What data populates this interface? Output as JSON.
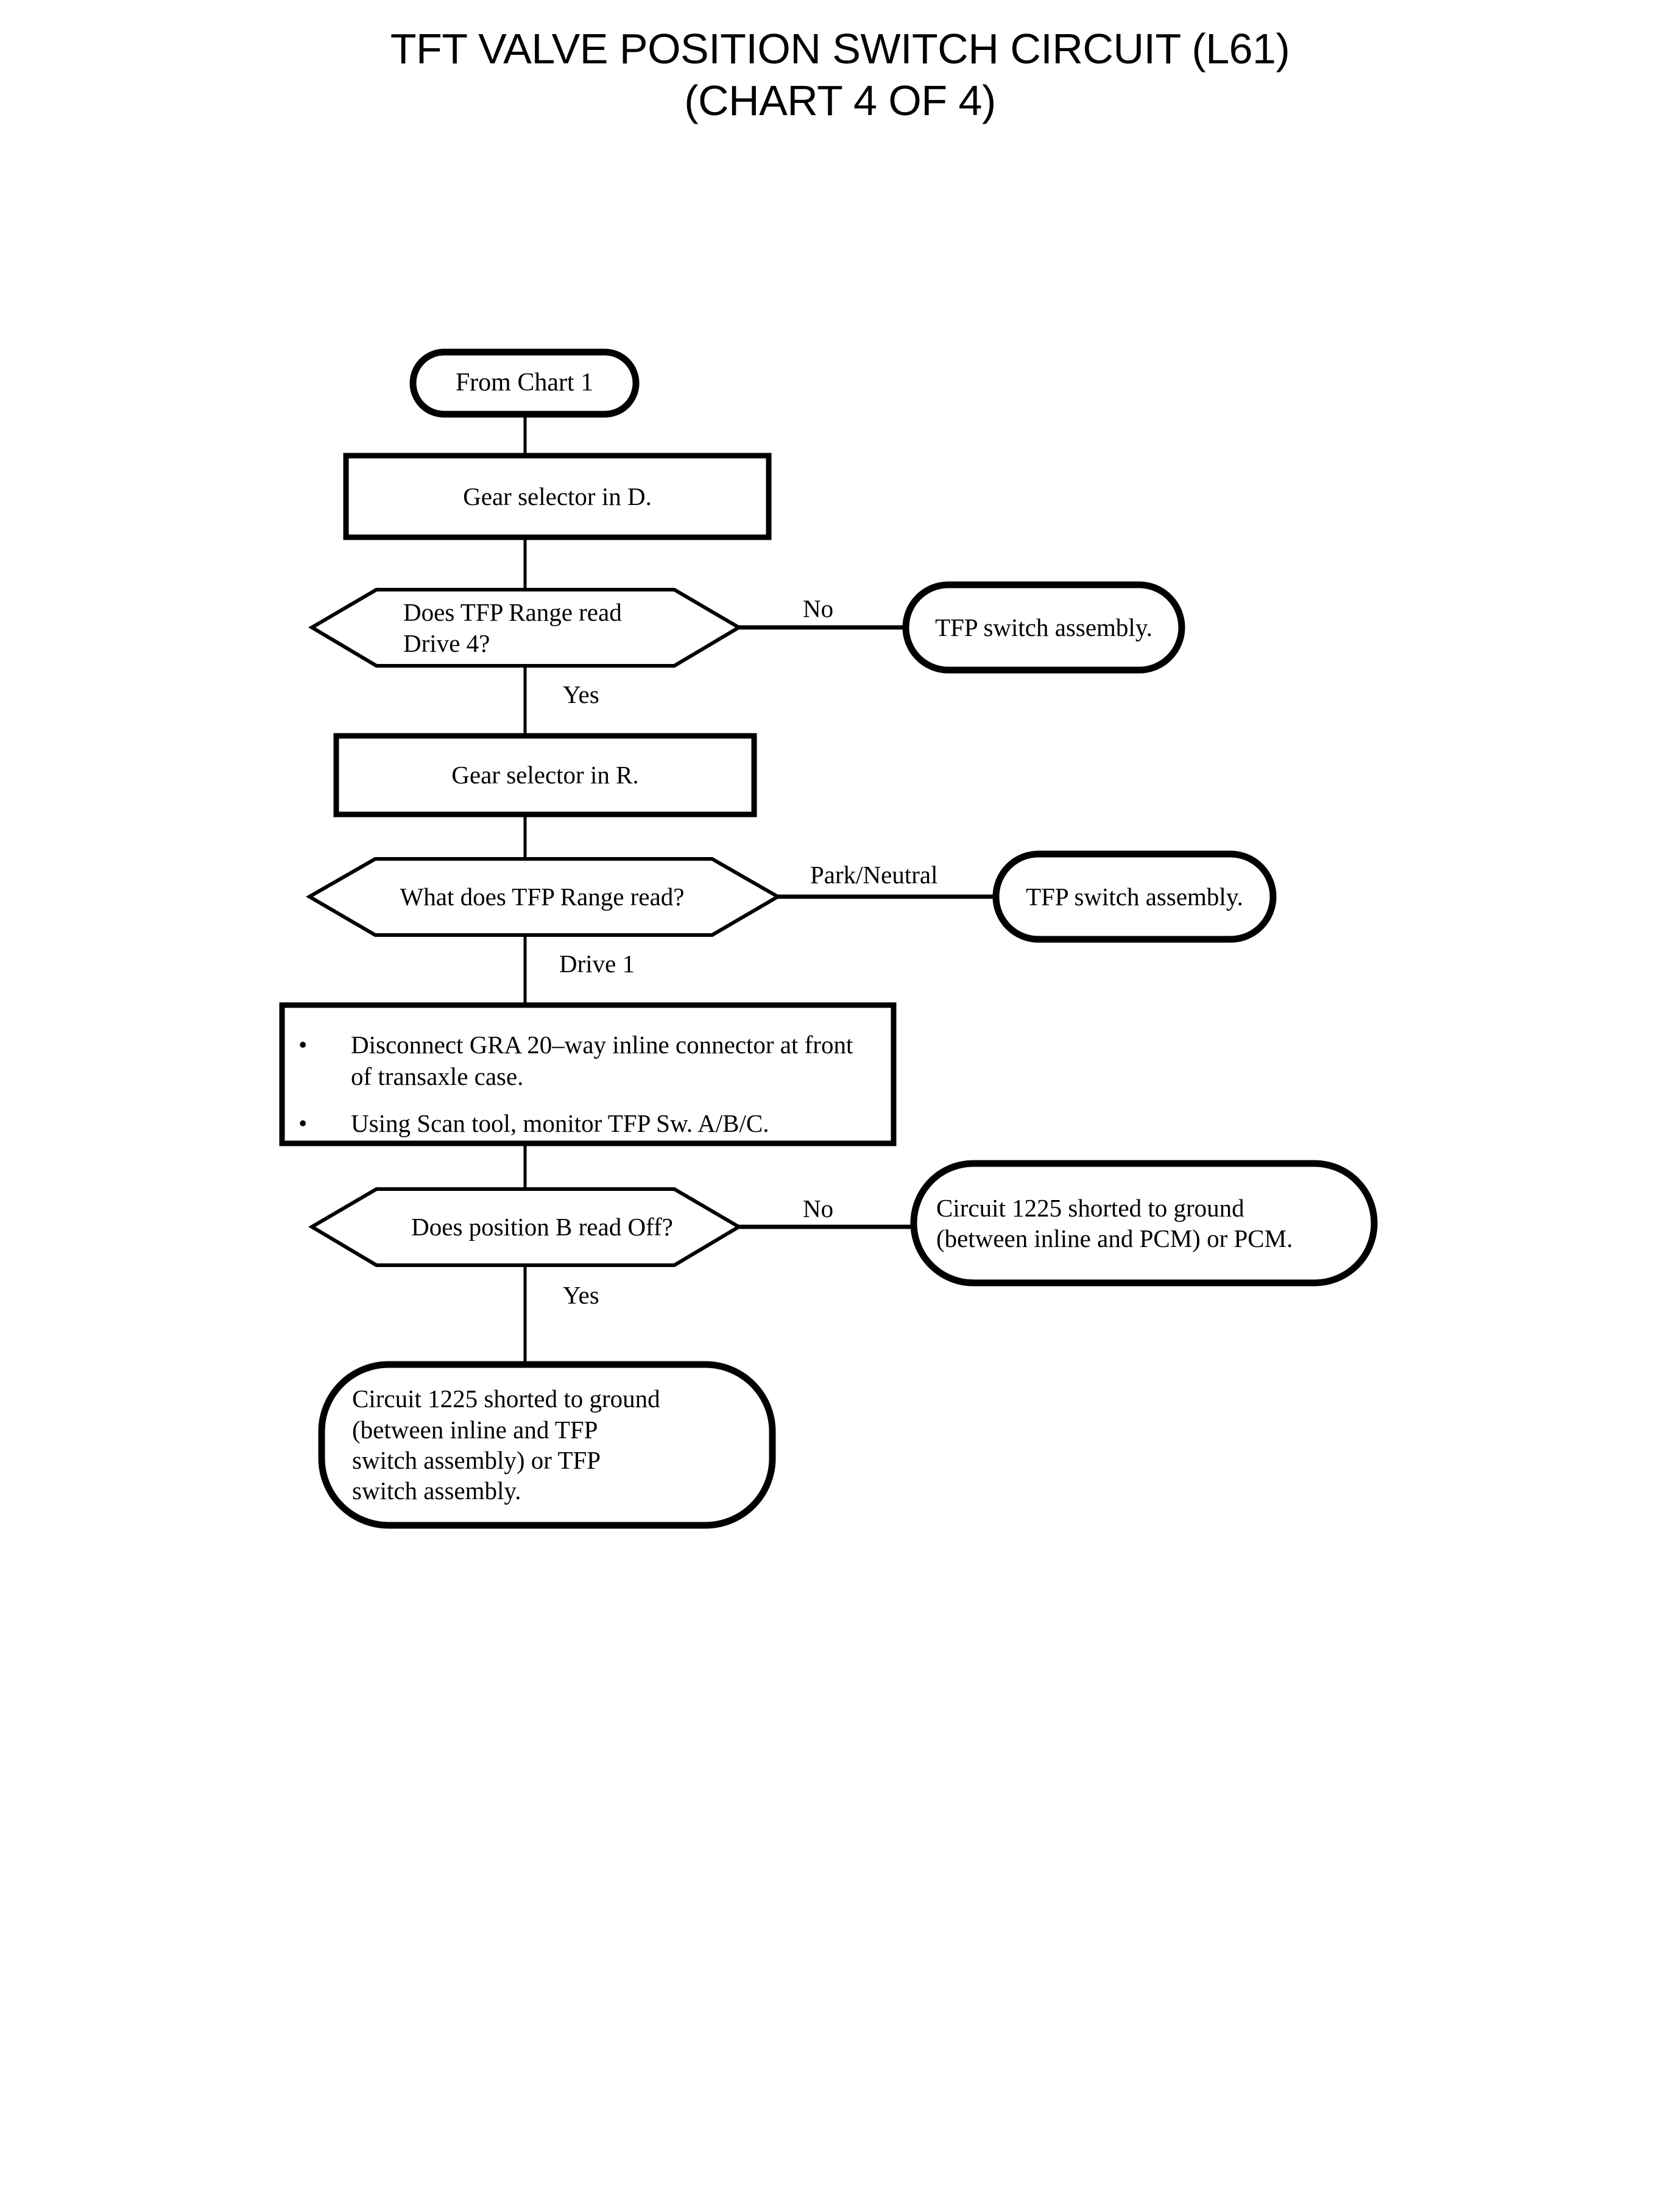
{
  "title": {
    "line1": "TFT VALVE POSITION SWITCH CIRCUIT (L61)",
    "line2": "(CHART 4 OF 4)"
  },
  "nodes": {
    "start": {
      "label": "From Chart 1",
      "shape": "terminator"
    },
    "step_gear_d": {
      "label": "Gear selector in D.",
      "shape": "process"
    },
    "decision_drive4": {
      "label": "Does TFP Range read\nDrive 4?",
      "shape": "decision"
    },
    "result_tfp_switch_1": {
      "label": "TFP switch assembly.",
      "shape": "terminator"
    },
    "step_gear_r": {
      "label": "Gear selector in R.",
      "shape": "process"
    },
    "decision_range_read": {
      "label": "What does TFP Range read?",
      "shape": "decision"
    },
    "result_tfp_switch_2": {
      "label": "TFP switch assembly.",
      "shape": "terminator"
    },
    "step_disconnect": {
      "shape": "process",
      "bullets": [
        "Disconnect GRA 20–way inline connector at front of transaxle case.",
        "Using Scan tool, monitor TFP Sw. A/B/C."
      ],
      "bullet_glyph": "•"
    },
    "decision_position_b": {
      "label": "Does position B read Off?",
      "shape": "decision"
    },
    "result_short_pcm": {
      "label": "Circuit 1225 shorted to ground\n(between inline and PCM) or PCM.",
      "shape": "terminator"
    },
    "result_short_tfp": {
      "label": "Circuit 1225 shorted to ground\n(between inline and TFP\nswitch assembly) or TFP\nswitch assembly.",
      "shape": "terminator"
    }
  },
  "edges": {
    "drive4_no": "No",
    "drive4_yes": "Yes",
    "range_park_neutral": "Park/Neutral",
    "range_drive1": "Drive 1",
    "position_b_no": "No",
    "position_b_yes": "Yes"
  },
  "colors": {
    "stroke": "#000000",
    "fill": "#ffffff",
    "text": "#000000",
    "background": "#ffffff"
  }
}
